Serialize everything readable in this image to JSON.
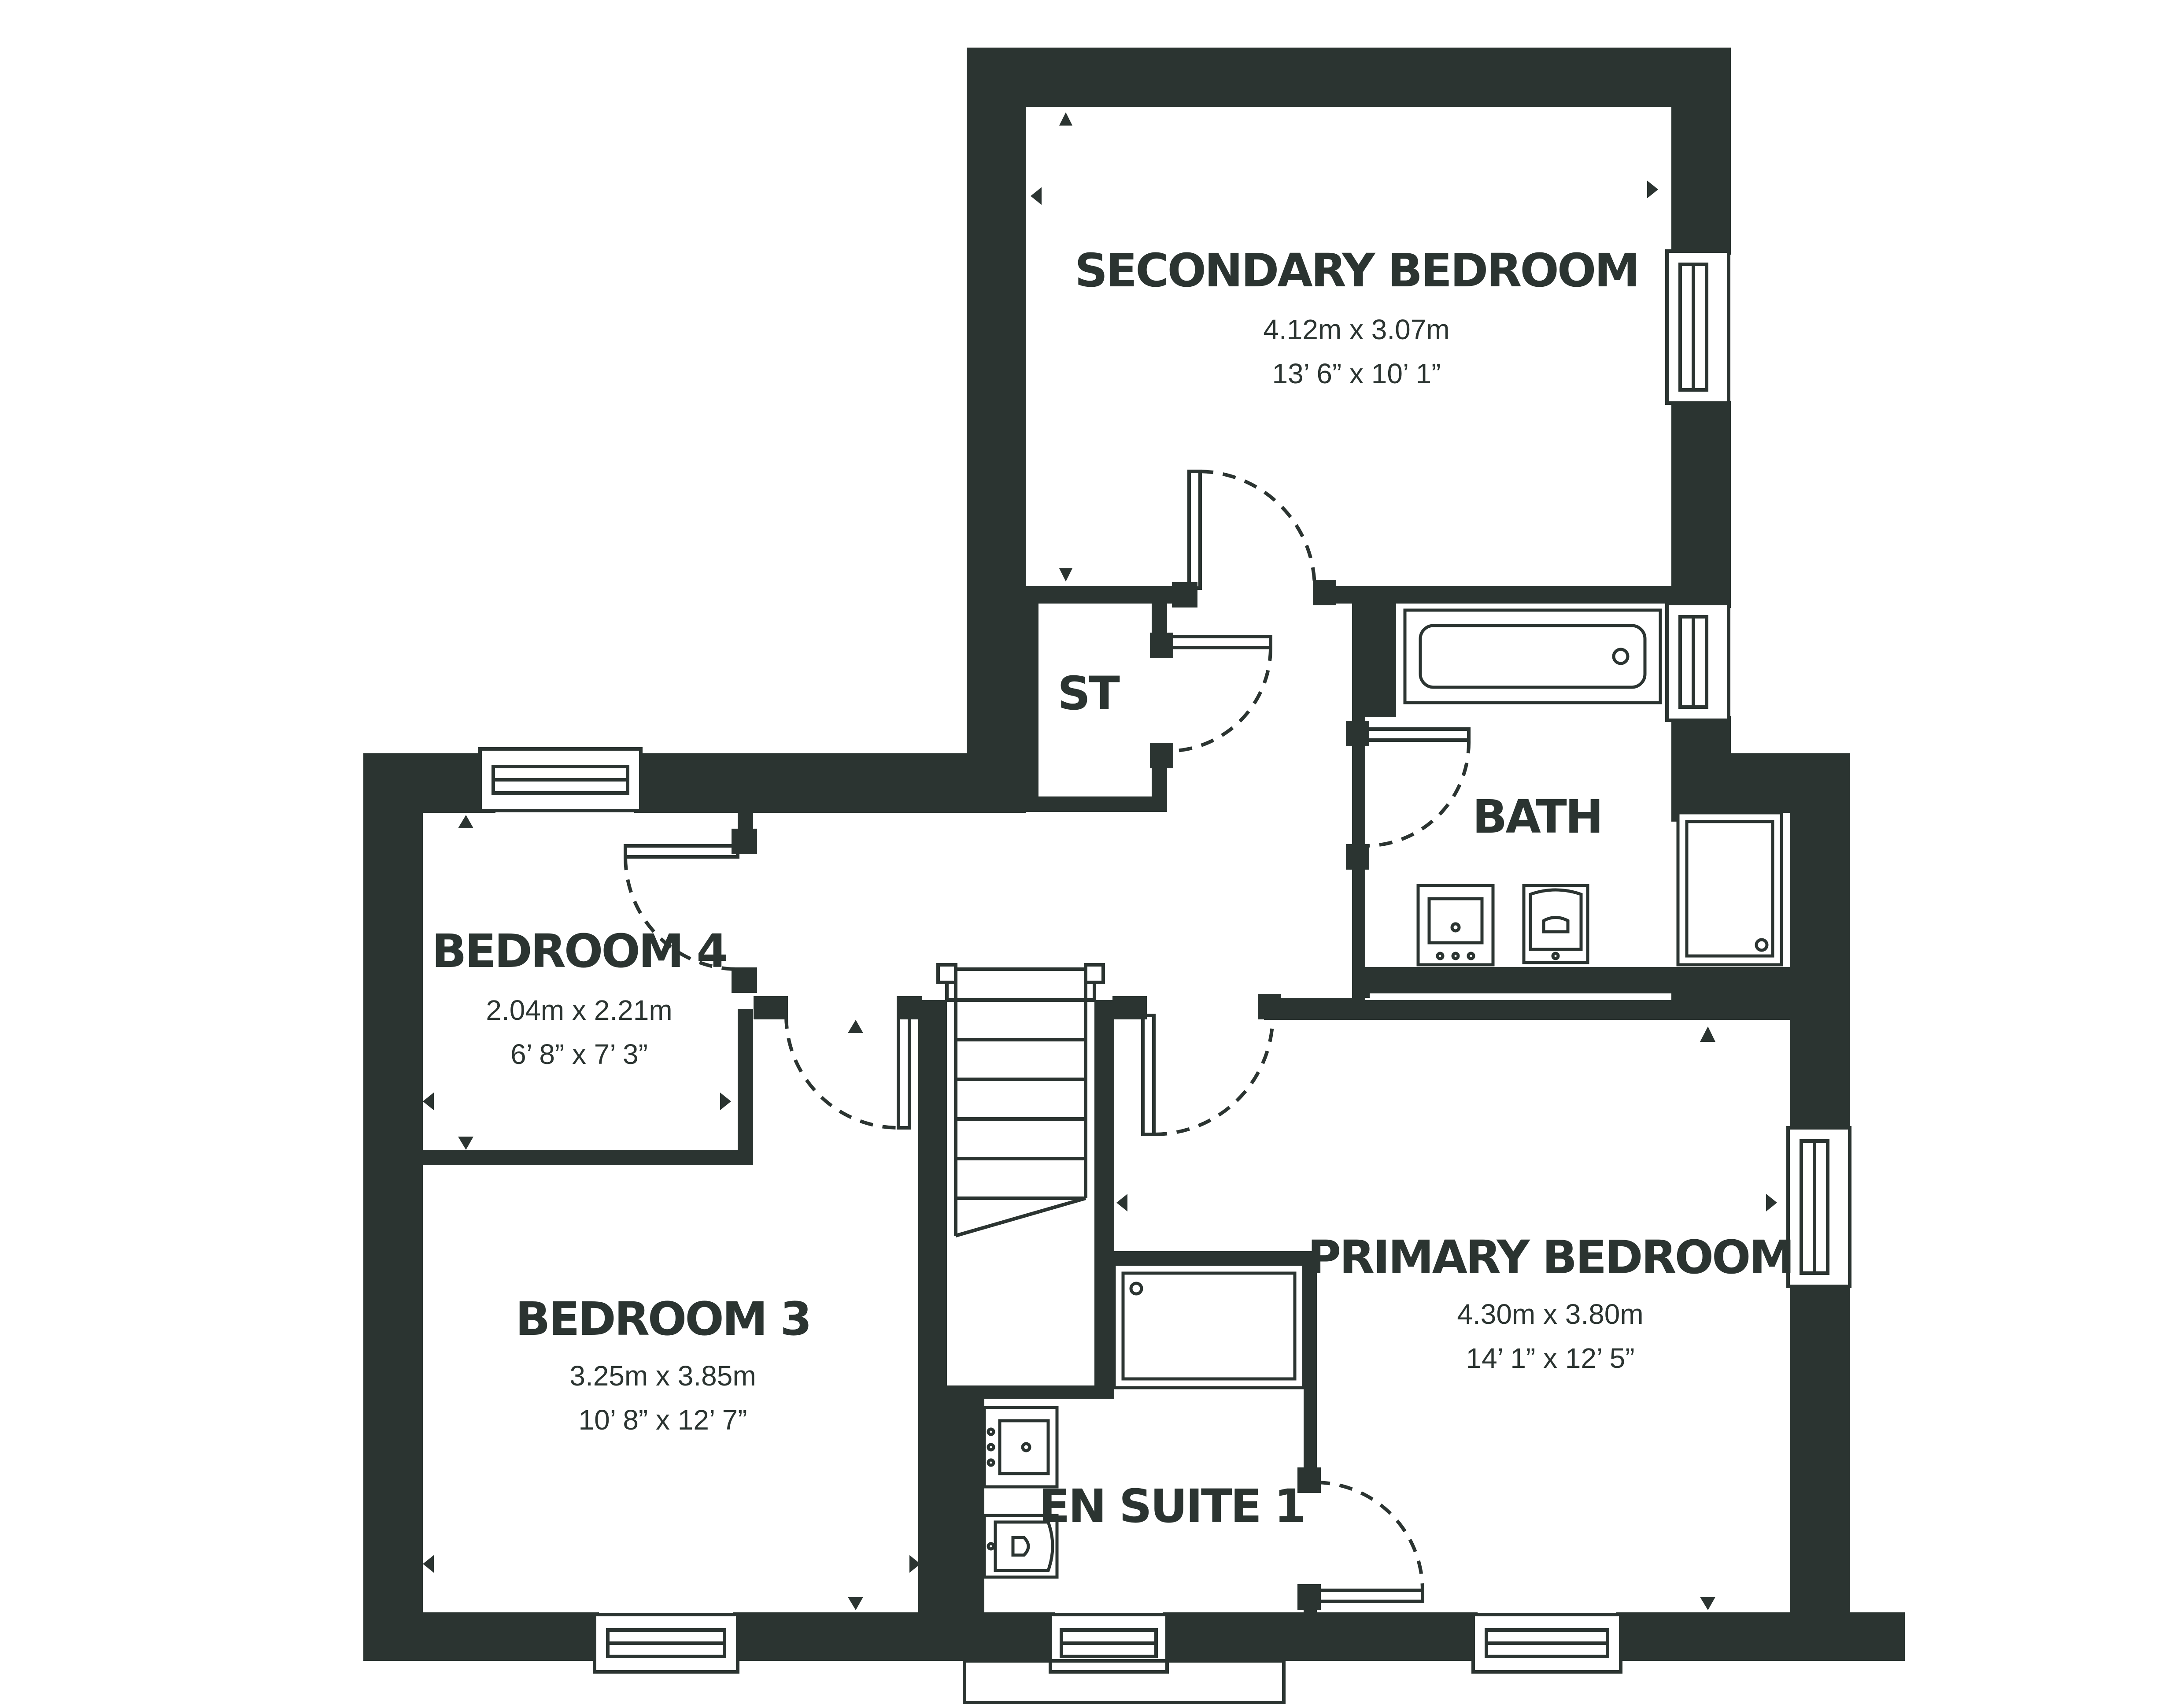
{
  "colors": {
    "wall": "#2b3431",
    "line": "#2b3431",
    "background": "#ffffff"
  },
  "rooms": {
    "secondary_bedroom": {
      "name": "SECONDARY BEDROOM",
      "metric": "4.12m x 3.07m",
      "imperial": "13’ 6” x 10’ 1”"
    },
    "storage": {
      "name": "ST"
    },
    "bath": {
      "name": "BATH"
    },
    "bedroom4": {
      "name": "BEDROOM 4",
      "metric": "2.04m x 2.21m",
      "imperial": "6’ 8” x 7’ 3”"
    },
    "bedroom3": {
      "name": "BEDROOM 3",
      "metric": "3.25m x 3.85m",
      "imperial": "10’ 8” x 12’ 7”"
    },
    "primary_bedroom": {
      "name": "PRIMARY BEDROOM",
      "metric": "4.30m x 3.80m",
      "imperial": "14’ 1” x 12’ 5”"
    },
    "en_suite": {
      "name": "EN SUITE 1"
    }
  },
  "icons": {
    "dimension_marker": "triangle-icon",
    "door": "door-swing-icon",
    "window": "window-icon",
    "bath": "bathtub-icon",
    "shower": "shower-tray-icon",
    "basin": "basin-icon",
    "toilet": "toilet-icon",
    "stairs": "stairs-icon"
  }
}
